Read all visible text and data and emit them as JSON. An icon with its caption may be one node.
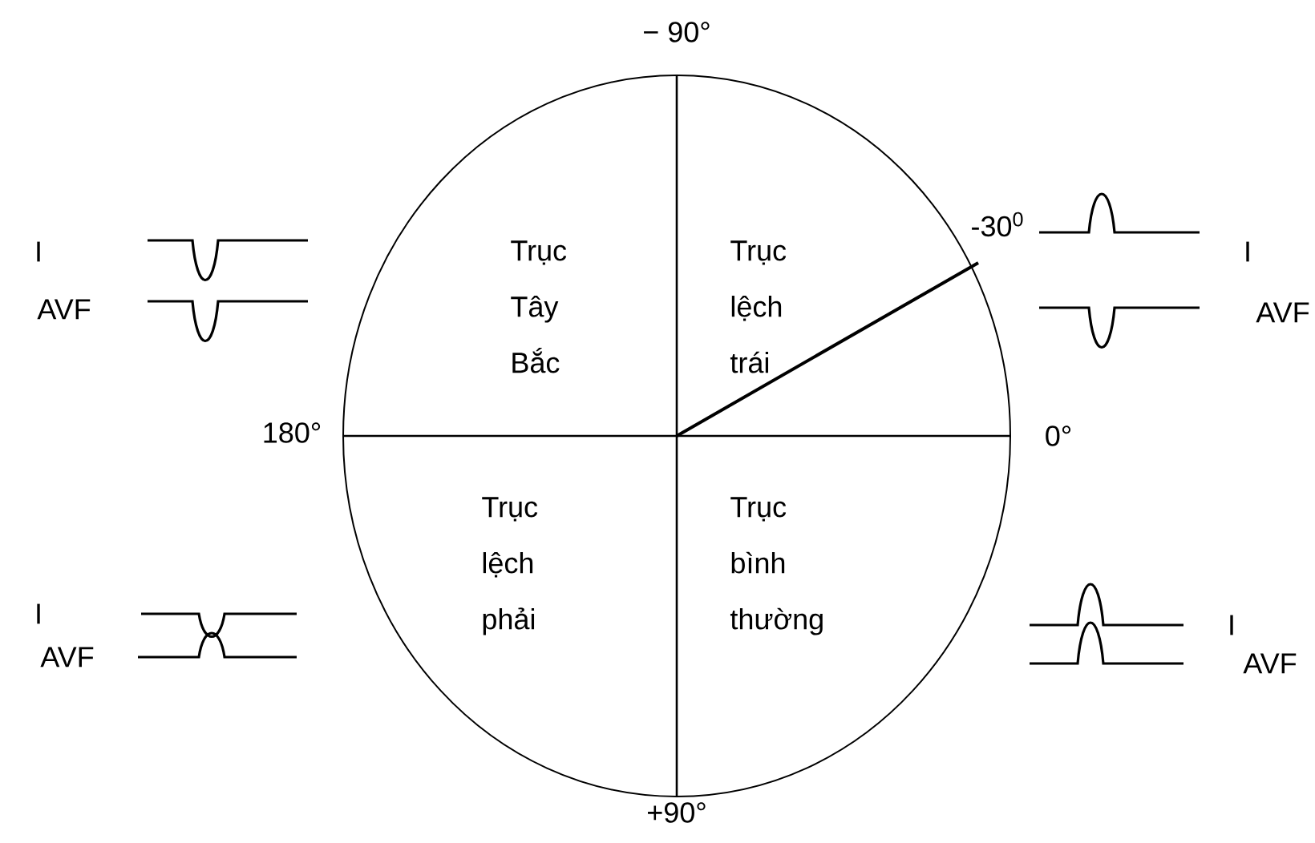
{
  "diagram": {
    "nodes": [
      {
        "text": [
          "Trục Tây Bắc",
          "Trục lệch trái",
          "Trục lệch phải",
          "Trục bình thường"
        ]
      }
    ],
    "labels": [
      "− 90°",
      "I",
      "AVF",
      "-30$^{0}$",
      "I",
      "AVF",
      "180°",
      "0°",
      "I",
      "AVF",
      "I",
      "AVF",
      "+90°"
    ]
  }
}
